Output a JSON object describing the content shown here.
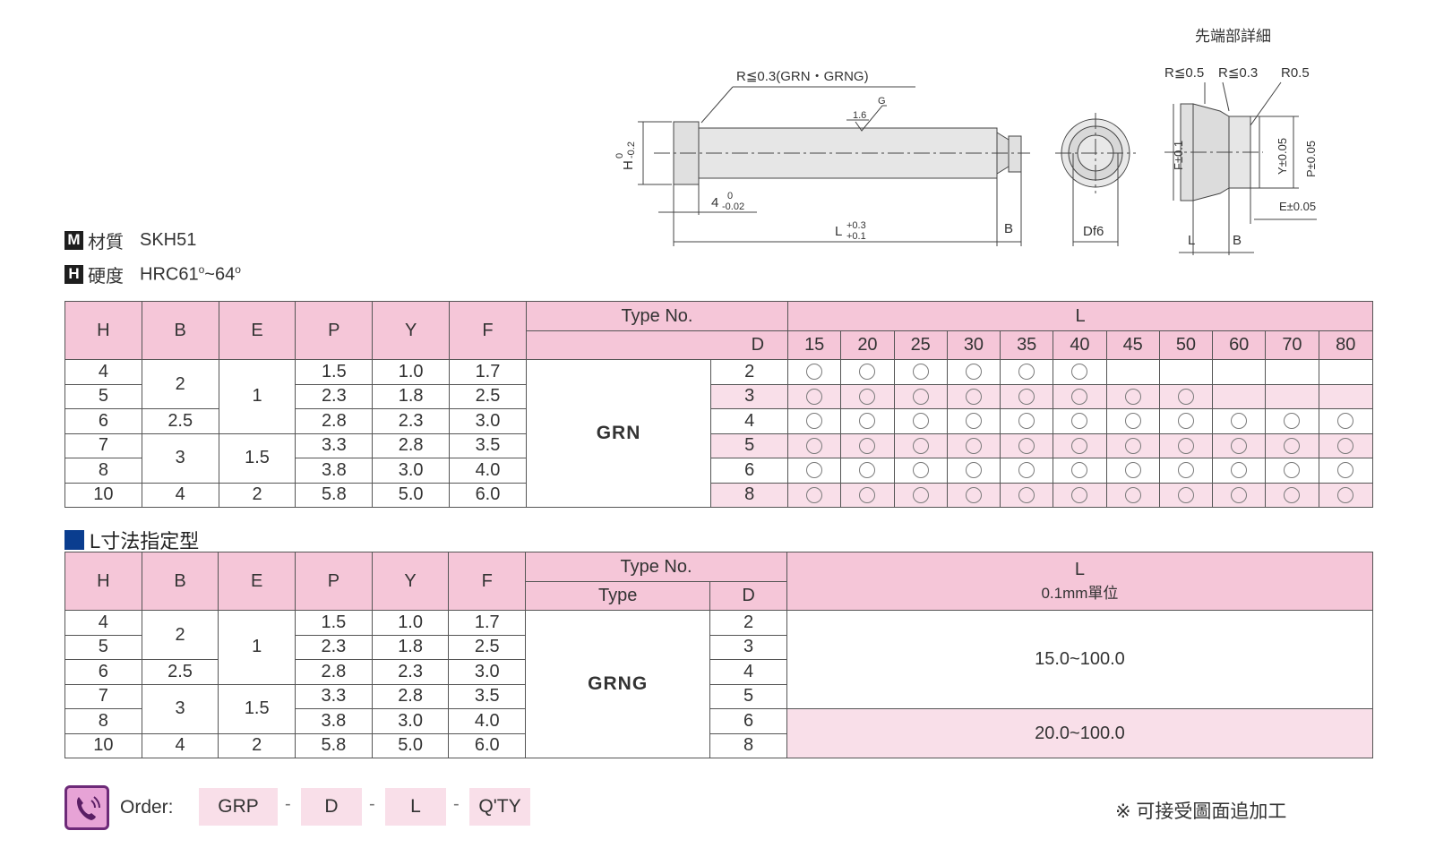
{
  "drawing": {
    "detail_title": "先端部詳細",
    "callout_radius": "R≦0.3(GRN・GRNG)",
    "g_symbol": "G",
    "roughness": "1.6",
    "h_label": "H",
    "h_tol_upper": "0",
    "h_tol_lower": "-0.2",
    "head_thickness": "4",
    "head_tol_upper": "0",
    "head_tol_lower": "-0.02",
    "length_label": "L",
    "length_tol_upper": "+0.3",
    "length_tol_lower": "+0.1",
    "b_label": "B",
    "df6_label": "Df6",
    "r05": "R≦0.5",
    "r03": "R≦0.3",
    "r05b": "R0.5",
    "f_label": "F±0.1",
    "y_label": "Y±0.05",
    "p_label": "P±0.05",
    "e_label": "E±0.05",
    "l_small": "L",
    "b_small": "B"
  },
  "specs": {
    "material_badge": "M",
    "material_label": "材質",
    "material_value": "SKH51",
    "hardness_badge": "H",
    "hardness_label": "硬度",
    "hardness_value": "HRC61",
    "hardness_sep": "~64",
    "degree": "o"
  },
  "table1": {
    "headers": {
      "h": "H",
      "b": "B",
      "e": "E",
      "p": "P",
      "y": "Y",
      "f": "F",
      "type_no": "Type  No.",
      "d": "D",
      "l": "L"
    },
    "type_name": "GRN",
    "lengths": [
      "15",
      "20",
      "25",
      "30",
      "35",
      "40",
      "45",
      "50",
      "60",
      "70",
      "80"
    ],
    "rows": [
      {
        "h": "4",
        "p": "1.5",
        "y": "1.0",
        "f": "1.7",
        "d": "2",
        "avail": [
          1,
          1,
          1,
          1,
          1,
          1,
          0,
          0,
          0,
          0,
          0
        ]
      },
      {
        "h": "5",
        "p": "2.3",
        "y": "1.8",
        "f": "2.5",
        "d": "3",
        "avail": [
          1,
          1,
          1,
          1,
          1,
          1,
          1,
          1,
          0,
          0,
          0
        ]
      },
      {
        "h": "6",
        "p": "2.8",
        "y": "2.3",
        "f": "3.0",
        "d": "4",
        "avail": [
          1,
          1,
          1,
          1,
          1,
          1,
          1,
          1,
          1,
          1,
          1
        ]
      },
      {
        "h": "7",
        "p": "3.3",
        "y": "2.8",
        "f": "3.5",
        "d": "5",
        "avail": [
          1,
          1,
          1,
          1,
          1,
          1,
          1,
          1,
          1,
          1,
          1
        ]
      },
      {
        "h": "8",
        "p": "3.8",
        "y": "3.0",
        "f": "4.0",
        "d": "6",
        "avail": [
          1,
          1,
          1,
          1,
          1,
          1,
          1,
          1,
          1,
          1,
          1
        ]
      },
      {
        "h": "10",
        "p": "5.8",
        "y": "5.0",
        "f": "6.0",
        "d": "8",
        "avail": [
          1,
          1,
          1,
          1,
          1,
          1,
          1,
          1,
          1,
          1,
          1
        ]
      }
    ],
    "b_groups": [
      "2",
      "2.5",
      "3",
      "4"
    ],
    "e_groups": [
      "1",
      "1.5",
      "2"
    ]
  },
  "section_title": "L寸法指定型",
  "table2": {
    "headers": {
      "h": "H",
      "b": "B",
      "e": "E",
      "p": "P",
      "y": "Y",
      "f": "F",
      "type_no": "Type  No.",
      "type": "Type",
      "d": "D",
      "l": "L",
      "l_unit": "0.1mm單位"
    },
    "type_name": "GRNG",
    "rows": [
      {
        "h": "4",
        "p": "1.5",
        "y": "1.0",
        "f": "1.7",
        "d": "2"
      },
      {
        "h": "5",
        "p": "2.3",
        "y": "1.8",
        "f": "2.5",
        "d": "3"
      },
      {
        "h": "6",
        "p": "2.8",
        "y": "2.3",
        "f": "3.0",
        "d": "4"
      },
      {
        "h": "7",
        "p": "3.3",
        "y": "2.8",
        "f": "3.5",
        "d": "5"
      },
      {
        "h": "8",
        "p": "3.8",
        "y": "3.0",
        "f": "4.0",
        "d": "6"
      },
      {
        "h": "10",
        "p": "5.8",
        "y": "5.0",
        "f": "6.0",
        "d": "8"
      }
    ],
    "b_groups": [
      "2",
      "2.5",
      "3",
      "4"
    ],
    "e_groups": [
      "1",
      "1.5",
      "2"
    ],
    "range_a": "15.0~100.0",
    "range_b": "20.0~100.0"
  },
  "order": {
    "label": "Order:",
    "boxes": [
      "GRP",
      "D",
      "L",
      "Q'TY"
    ],
    "dash": "-"
  },
  "note": "※ 可接受圖面追加工"
}
